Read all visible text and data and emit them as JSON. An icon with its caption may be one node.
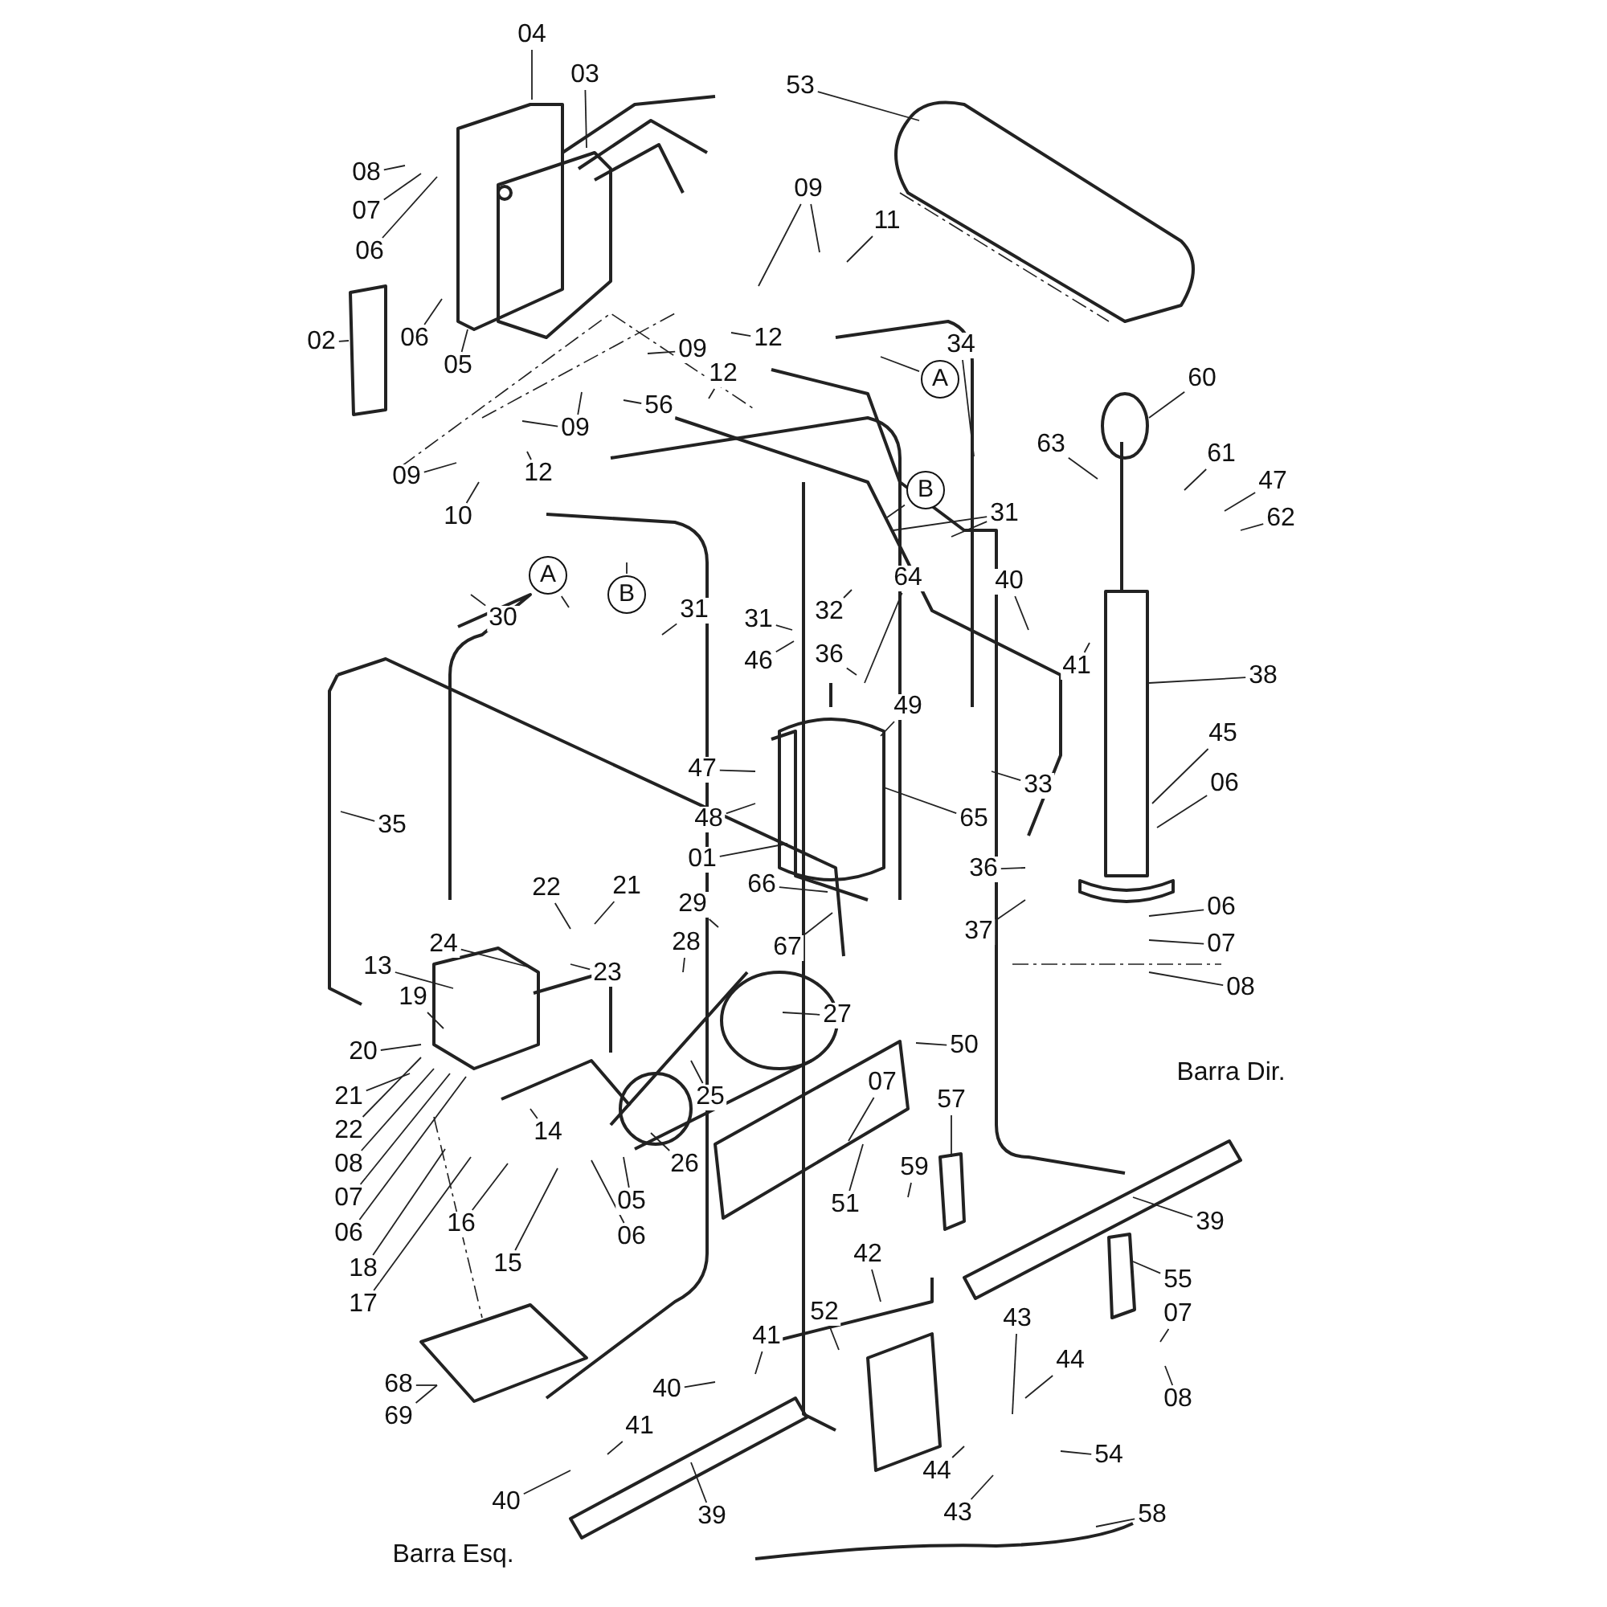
{
  "diagram": {
    "nodes": [
      {
        "text": [
          "04"
        ]
      },
      {
        "text": [
          "03"
        ]
      },
      {
        "text": [
          "08"
        ]
      },
      {
        "text": [
          "07"
        ]
      },
      {
        "text": [
          "06"
        ]
      },
      {
        "text": [
          "02"
        ]
      },
      {
        "text": [
          "06"
        ]
      },
      {
        "text": [
          "05"
        ]
      },
      {
        "text": [
          "53"
        ]
      },
      {
        "text": [
          "09"
        ]
      },
      {
        "text": [
          "11"
        ]
      },
      {
        "text": [
          "12"
        ]
      },
      {
        "text": [
          "09"
        ]
      },
      {
        "text": [
          "12"
        ]
      },
      {
        "text": [
          "09"
        ]
      },
      {
        "text": [
          "56"
        ]
      },
      {
        "text": [
          "12"
        ]
      },
      {
        "text": [
          "09"
        ]
      },
      {
        "text": [
          "10"
        ]
      },
      {
        "text": [
          "A"
        ]
      },
      {
        "text": [
          "34"
        ]
      },
      {
        "text": [
          "60"
        ]
      },
      {
        "text": [
          "63"
        ]
      },
      {
        "text": [
          "61"
        ]
      },
      {
        "text": [
          "47"
        ]
      },
      {
        "text": [
          "62"
        ]
      },
      {
        "text": [
          "B"
        ]
      },
      {
        "text": [
          "31"
        ]
      },
      {
        "text": [
          "A"
        ]
      },
      {
        "text": [
          "B"
        ]
      },
      {
        "text": [
          "30"
        ]
      },
      {
        "text": [
          "31"
        ]
      },
      {
        "text": [
          "31"
        ]
      },
      {
        "text": [
          "32"
        ]
      },
      {
        "text": [
          "64"
        ]
      },
      {
        "text": [
          "40"
        ]
      },
      {
        "text": [
          "46"
        ]
      },
      {
        "text": [
          "36"
        ]
      },
      {
        "text": [
          "41"
        ]
      },
      {
        "text": [
          "38"
        ]
      },
      {
        "text": [
          "49"
        ]
      },
      {
        "text": [
          "45"
        ]
      },
      {
        "text": [
          "47"
        ]
      },
      {
        "text": [
          "33"
        ]
      },
      {
        "text": [
          "06"
        ]
      },
      {
        "text": [
          "48"
        ]
      },
      {
        "text": [
          "65"
        ]
      },
      {
        "text": [
          "01"
        ]
      },
      {
        "text": [
          "35"
        ]
      },
      {
        "text": [
          "36"
        ]
      },
      {
        "text": [
          "66"
        ]
      },
      {
        "text": [
          "22"
        ]
      },
      {
        "text": [
          "21"
        ]
      },
      {
        "text": [
          "29"
        ]
      },
      {
        "text": [
          "06"
        ]
      },
      {
        "text": [
          "37"
        ]
      },
      {
        "text": [
          "07"
        ]
      },
      {
        "text": [
          "28"
        ]
      },
      {
        "text": [
          "67"
        ]
      },
      {
        "text": [
          "24"
        ]
      },
      {
        "text": [
          "13"
        ]
      },
      {
        "text": [
          "23"
        ]
      },
      {
        "text": [
          "08"
        ]
      },
      {
        "text": [
          "19"
        ]
      },
      {
        "text": [
          "27"
        ]
      },
      {
        "text": [
          "50"
        ]
      },
      {
        "text": [
          "20"
        ]
      },
      {
        "text": [
          "21"
        ]
      },
      {
        "text": [
          "25"
        ]
      },
      {
        "text": [
          "22"
        ]
      },
      {
        "text": [
          "07"
        ]
      },
      {
        "text": [
          "57"
        ]
      },
      {
        "text": [
          "14"
        ]
      },
      {
        "text": [
          "08"
        ]
      },
      {
        "text": [
          "26"
        ]
      },
      {
        "text": [
          "59"
        ]
      },
      {
        "text": [
          "07"
        ]
      },
      {
        "text": [
          "05"
        ]
      },
      {
        "text": [
          "51"
        ]
      },
      {
        "text": [
          "39"
        ]
      },
      {
        "text": [
          "16"
        ]
      },
      {
        "text": [
          "06"
        ]
      },
      {
        "text": [
          "06"
        ]
      },
      {
        "text": [
          "42"
        ]
      },
      {
        "text": [
          "15"
        ]
      },
      {
        "text": [
          "18"
        ]
      },
      {
        "text": [
          "55"
        ]
      },
      {
        "text": [
          "17"
        ]
      },
      {
        "text": [
          "52"
        ]
      },
      {
        "text": [
          "07"
        ]
      },
      {
        "text": [
          "43"
        ]
      },
      {
        "text": [
          "41"
        ]
      },
      {
        "text": [
          "44"
        ]
      },
      {
        "text": [
          "68"
        ]
      },
      {
        "text": [
          "40"
        ]
      },
      {
        "text": [
          "08"
        ]
      },
      {
        "text": [
          "69"
        ]
      },
      {
        "text": [
          "41"
        ]
      },
      {
        "text": [
          "54"
        ]
      },
      {
        "text": [
          "44"
        ]
      },
      {
        "text": [
          "40"
        ]
      },
      {
        "text": [
          "43"
        ]
      },
      {
        "text": [
          "39"
        ]
      },
      {
        "text": [
          "58"
        ]
      }
    ],
    "edges": [
      {
        "from": 0,
        "to": null,
        "arrow": "none"
      },
      {
        "from": 1,
        "to": null,
        "arrow": "none"
      },
      {
        "from": 2,
        "to": null,
        "arrow": "none"
      },
      {
        "from": 3,
        "to": null,
        "arrow": "none"
      },
      {
        "from": 4,
        "to": null,
        "arrow": "none"
      },
      {
        "from": 5,
        "to": null,
        "arrow": "none"
      },
      {
        "from": 6,
        "to": null,
        "arrow": "none"
      },
      {
        "from": 7,
        "to": null,
        "arrow": "none"
      },
      {
        "from": 8,
        "to": null,
        "arrow": "none"
      },
      {
        "from": 9,
        "to": null,
        "arrow": "none"
      },
      {
        "from": 9,
        "to": null,
        "arrow": "none"
      },
      {
        "from": 10,
        "to": null,
        "arrow": "none"
      },
      {
        "from": 11,
        "to": null,
        "arrow": "none"
      },
      {
        "from": 12,
        "to": null,
        "arrow": "none"
      },
      {
        "from": 13,
        "to": null,
        "arrow": "none"
      },
      {
        "from": 14,
        "to": null,
        "arrow": "none"
      },
      {
        "from": 14,
        "to": null,
        "arrow": "none"
      },
      {
        "from": 15,
        "to": null,
        "arrow": "none"
      },
      {
        "from": 16,
        "to": null,
        "arrow": "none"
      },
      {
        "from": 17,
        "to": null,
        "arrow": "none"
      },
      {
        "from": 18,
        "to": null,
        "arrow": "none"
      },
      {
        "from": 19,
        "to": null,
        "arrow": "none"
      },
      {
        "from": 20,
        "to": null,
        "arrow": "none"
      },
      {
        "from": 21,
        "to": null,
        "arrow": "none"
      },
      {
        "from": 22,
        "to": null,
        "arrow": "none"
      },
      {
        "from": 23,
        "to": null,
        "arrow": "none"
      },
      {
        "from": 24,
        "to": null,
        "arrow": "none"
      },
      {
        "from": 25,
        "to": null,
        "arrow": "none"
      },
      {
        "from": 26,
        "to": null,
        "arrow": "none"
      },
      {
        "from": 27,
        "to": null,
        "arrow": "none"
      },
      {
        "from": 27,
        "to": null,
        "arrow": "none"
      },
      {
        "from": 28,
        "to": null,
        "arrow": "none"
      },
      {
        "from": 29,
        "to": null,
        "arrow": "none"
      },
      {
        "from": 30,
        "to": null,
        "arrow": "none"
      },
      {
        "from": 31,
        "to": null,
        "arrow": "none"
      },
      {
        "from": 32,
        "to": null,
        "arrow": "none"
      },
      {
        "from": 33,
        "to": null,
        "arrow": "none"
      },
      {
        "from": 34,
        "to": null,
        "arrow": "none"
      },
      {
        "from": 35,
        "to": null,
        "arrow": "none"
      },
      {
        "from": 36,
        "to": null,
        "arrow": "none"
      },
      {
        "from": 37,
        "to": null,
        "arrow": "none"
      },
      {
        "from": 38,
        "to": null,
        "arrow": "none"
      },
      {
        "from": 39,
        "to": null,
        "arrow": "none"
      },
      {
        "from": 40,
        "to": null,
        "arrow": "none"
      },
      {
        "from": 41,
        "to": null,
        "arrow": "none"
      },
      {
        "from": 42,
        "to": null,
        "arrow": "none"
      },
      {
        "from": 43,
        "to": null,
        "arrow": "none"
      },
      {
        "from": 44,
        "to": null,
        "arrow": "none"
      },
      {
        "from": 45,
        "to": null,
        "arrow": "none"
      },
      {
        "from": 46,
        "to": null,
        "arrow": "none"
      },
      {
        "from": 47,
        "to": null,
        "arrow": "none"
      },
      {
        "from": 48,
        "to": null,
        "arrow": "none"
      },
      {
        "from": 49,
        "to": null,
        "arrow": "none"
      },
      {
        "from": 50,
        "to": null,
        "arrow": "none"
      },
      {
        "from": 51,
        "to": null,
        "arrow": "none"
      },
      {
        "from": 52,
        "to": null,
        "arrow": "none"
      },
      {
        "from": 53,
        "to": null,
        "arrow": "none"
      },
      {
        "from": 54,
        "to": null,
        "arrow": "none"
      },
      {
        "from": 55,
        "to": null,
        "arrow": "none"
      },
      {
        "from": 56,
        "to": null,
        "arrow": "none"
      },
      {
        "from": 57,
        "to": null,
        "arrow": "none"
      },
      {
        "from": 58,
        "to": null,
        "arrow": "none"
      },
      {
        "from": 59,
        "to": null,
        "arrow": "none"
      },
      {
        "from": 60,
        "to": null,
        "arrow": "none"
      },
      {
        "from": 61,
        "to": null,
        "arrow": "none"
      },
      {
        "from": 62,
        "to": null,
        "arrow": "none"
      },
      {
        "from": 63,
        "to": null,
        "arrow": "none"
      },
      {
        "from": 64,
        "to": null,
        "arrow": "none"
      },
      {
        "from": 65,
        "to": null,
        "arrow": "none"
      },
      {
        "from": 66,
        "to": null,
        "arrow": "none"
      },
      {
        "from": 67,
        "to": null,
        "arrow": "none"
      },
      {
        "from": 68,
        "to": null,
        "arrow": "none"
      },
      {
        "from": 69,
        "to": null,
        "arrow": "none"
      },
      {
        "from": 70,
        "to": null,
        "arrow": "none"
      },
      {
        "from": 71,
        "to": null,
        "arrow": "none"
      },
      {
        "from": 72,
        "to": null,
        "arrow": "none"
      },
      {
        "from": 73,
        "to": null,
        "arrow": "none"
      },
      {
        "from": 74,
        "to": null,
        "arrow": "none"
      },
      {
        "from": 75,
        "to": null,
        "arrow": "none"
      },
      {
        "from": 76,
        "to": null,
        "arrow": "none"
      },
      {
        "from": 77,
        "to": null,
        "arrow": "none"
      },
      {
        "from": 78,
        "to": null,
        "arrow": "none"
      },
      {
        "from": 79,
        "to": null,
        "arrow": "none"
      },
      {
        "from": 80,
        "to": null,
        "arrow": "none"
      },
      {
        "from": 81,
        "to": null,
        "arrow": "none"
      },
      {
        "from": 82,
        "to": null,
        "arrow": "none"
      },
      {
        "from": 83,
        "to": null,
        "arrow": "none"
      },
      {
        "from": 84,
        "to": null,
        "arrow": "none"
      },
      {
        "from": 85,
        "to": null,
        "arrow": "none"
      },
      {
        "from": 86,
        "to": null,
        "arrow": "none"
      },
      {
        "from": 87,
        "to": null,
        "arrow": "none"
      },
      {
        "from": 88,
        "to": null,
        "arrow": "none"
      },
      {
        "from": 89,
        "to": null,
        "arrow": "none"
      },
      {
        "from": 90,
        "to": null,
        "arrow": "none"
      },
      {
        "from": 91,
        "to": null,
        "arrow": "none"
      },
      {
        "from": 92,
        "to": null,
        "arrow": "none"
      },
      {
        "from": 93,
        "to": null,
        "arrow": "none"
      },
      {
        "from": 94,
        "to": null,
        "arrow": "none"
      },
      {
        "from": 95,
        "to": null,
        "arrow": "none"
      },
      {
        "from": 96,
        "to": null,
        "arrow": "none"
      },
      {
        "from": 97,
        "to": null,
        "arrow": "none"
      },
      {
        "from": 98,
        "to": null,
        "arrow": "none"
      },
      {
        "from": 99,
        "to": null,
        "arrow": "none"
      },
      {
        "from": 100,
        "to": null,
        "arrow": "none"
      },
      {
        "from": 101,
        "to": null,
        "arrow": "none"
      },
      {
        "from": 102,
        "to": null,
        "arrow": "none"
      },
      {
        "from": 103,
        "to": null,
        "arrow": "none"
      }
    ],
    "labels": [
      "Barra Dir.",
      "Barra Esq."
    ]
  }
}
